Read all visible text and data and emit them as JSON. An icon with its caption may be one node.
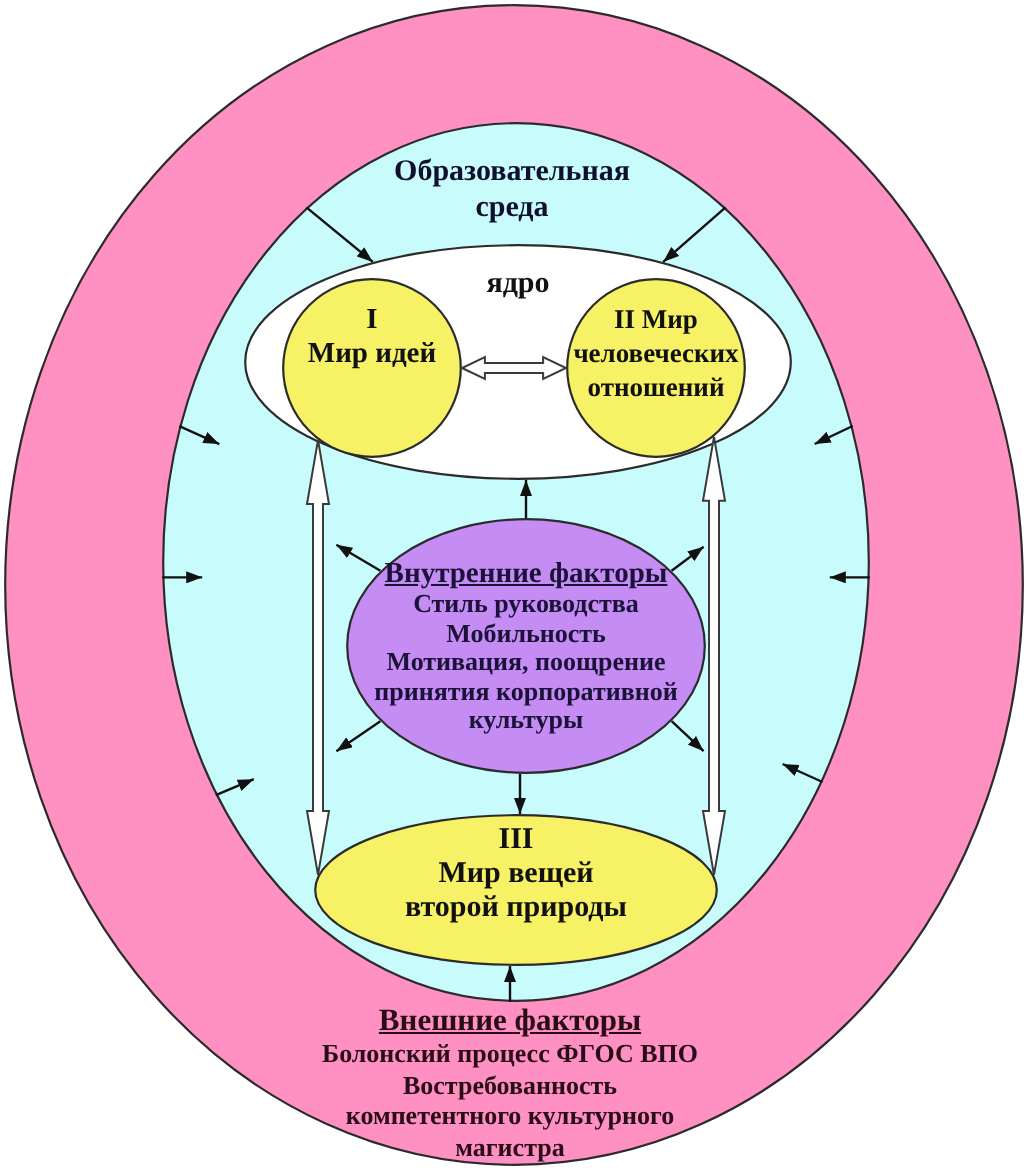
{
  "diagram": {
    "nodes": [
      {
        "text": [
          "Внешние факторы",
          "Болонский процесс ФГОС ВПО",
          "Востребованность компетентного культурного магистра"
        ]
      },
      {
        "text": [
          "Образовательная среда"
        ],
        "in": 0
      },
      {
        "text": [
          "ядро"
        ],
        "in": 1
      },
      {
        "text": [
          "I",
          "Мир идей"
        ],
        "in": 2
      },
      {
        "text": [
          "II Мир человеческих отношений"
        ],
        "in": 2
      },
      {
        "text": [
          "Внутренние факторы",
          "Стиль руководства",
          "Мобильность",
          "Мотивация, поощрение принятия корпоративной культуры"
        ],
        "in": 1
      },
      {
        "text": [
          "III",
          "Мир вещей второй природы"
        ],
        "in": 1
      }
    ],
    "edges": [
      {
        "from": 3,
        "to": 4,
        "arrow": "both",
        "style": "thick"
      },
      {
        "from": 3,
        "to": 6,
        "arrow": "both",
        "style": "thick"
      },
      {
        "from": 4,
        "to": 6,
        "arrow": "both",
        "style": "thick"
      },
      {
        "from": 5,
        "to": 2,
        "arrow": "to"
      },
      {
        "from": 5,
        "to": null,
        "arrow": "to"
      },
      {
        "from": 5,
        "to": null,
        "arrow": "to"
      },
      {
        "from": 5,
        "to": null,
        "arrow": "to"
      },
      {
        "from": 5,
        "to": null,
        "arrow": "to"
      },
      {
        "from": 5,
        "to": 6,
        "arrow": "to"
      },
      {
        "from": 1,
        "to": 6,
        "arrow": "to"
      },
      {
        "from": 1,
        "to": 2,
        "arrow": "to"
      },
      {
        "from": 1,
        "to": 2,
        "arrow": "to"
      },
      {
        "from": 1,
        "to": null,
        "arrow": "to"
      },
      {
        "from": 1,
        "to": null,
        "arrow": "to"
      },
      {
        "from": 1,
        "to": null,
        "arrow": "to"
      },
      {
        "from": 1,
        "to": null,
        "arrow": "to"
      },
      {
        "from": 1,
        "to": null,
        "arrow": "to"
      },
      {
        "from": 1,
        "to": null,
        "arrow": "to"
      }
    ]
  }
}
